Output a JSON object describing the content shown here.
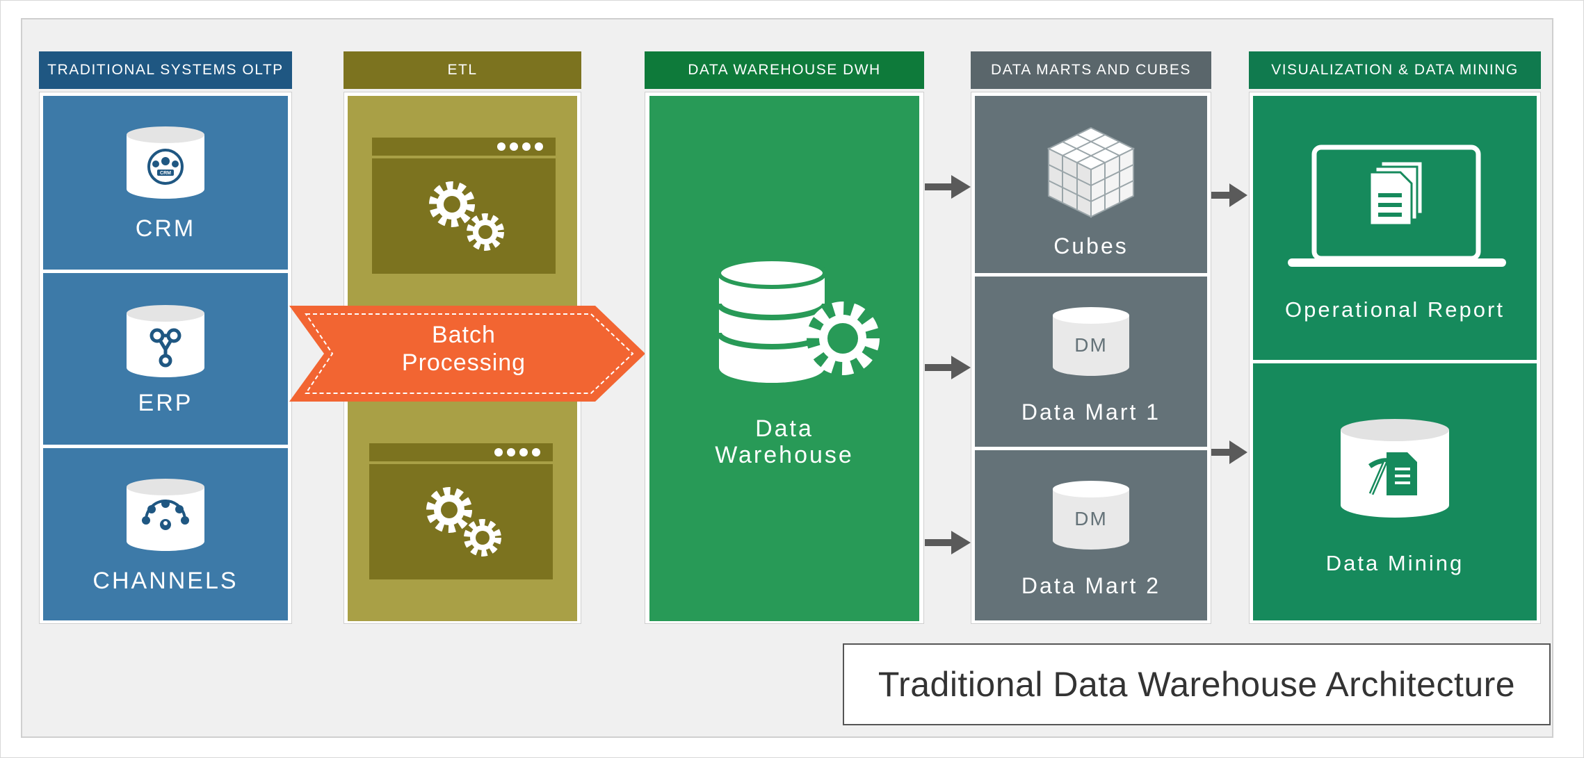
{
  "title": "Traditional Data Warehouse Architecture",
  "columns": {
    "oltp": {
      "header": "TRADITIONAL SYSTEMS OLTP",
      "color": "#1f5782",
      "panel_color": "#3d7aa8",
      "items": [
        {
          "label": "CRM",
          "icon": "crm-database-icon",
          "badge": "CRM"
        },
        {
          "label": "ERP",
          "icon": "erp-database-icon"
        },
        {
          "label": "CHANNELS",
          "icon": "channels-database-icon"
        }
      ]
    },
    "etl": {
      "header": "ETL",
      "color": "#7c731f",
      "panel_color": "#a9a046",
      "window_color": "#7c731f"
    },
    "dwh": {
      "header": "DATA WAREHOUSE DWH",
      "color": "#0e7a3a",
      "panel_color": "#289a57",
      "label_line1": "Data",
      "label_line2": "Warehouse"
    },
    "marts": {
      "header": "DATA MARTS AND CUBES",
      "color": "#5a666b",
      "panel_color": "#647278",
      "items": [
        {
          "label": "Cubes"
        },
        {
          "label": "Data Mart 1",
          "badge": "DM"
        },
        {
          "label": "Data Mart 2",
          "badge": "DM"
        }
      ]
    },
    "viz": {
      "header": "VISUALIZATION & DATA MINING",
      "color": "#107a4e",
      "panel_color": "#168a5c",
      "items": [
        {
          "label": "Operational Report"
        },
        {
          "label": "Data Mining"
        }
      ]
    }
  },
  "batch": {
    "line1": "Batch",
    "line2": "Processing",
    "color": "#f26532"
  },
  "colors": {
    "arrow": "#5a5a5a",
    "background": "#f0f0f0"
  }
}
